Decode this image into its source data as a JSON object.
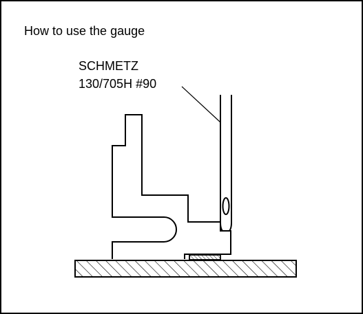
{
  "figure": {
    "title": "How to use the gauge",
    "needle_label_line1": "SCHMETZ",
    "needle_label_line2": "130/705H #90"
  }
}
